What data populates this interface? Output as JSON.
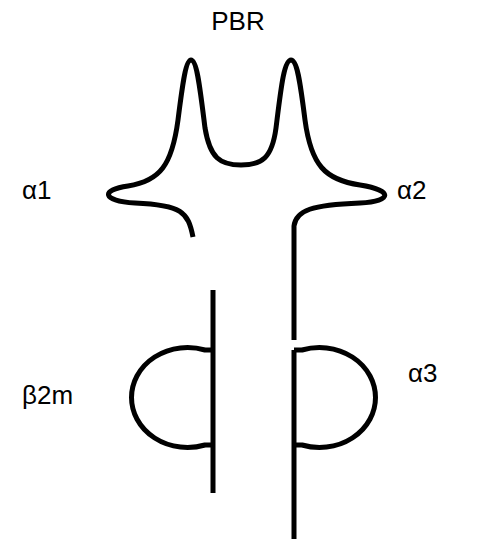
{
  "diagram": {
    "labels": [
      "PBR",
      "α1",
      "α2",
      "β2m",
      "α3"
    ]
  }
}
